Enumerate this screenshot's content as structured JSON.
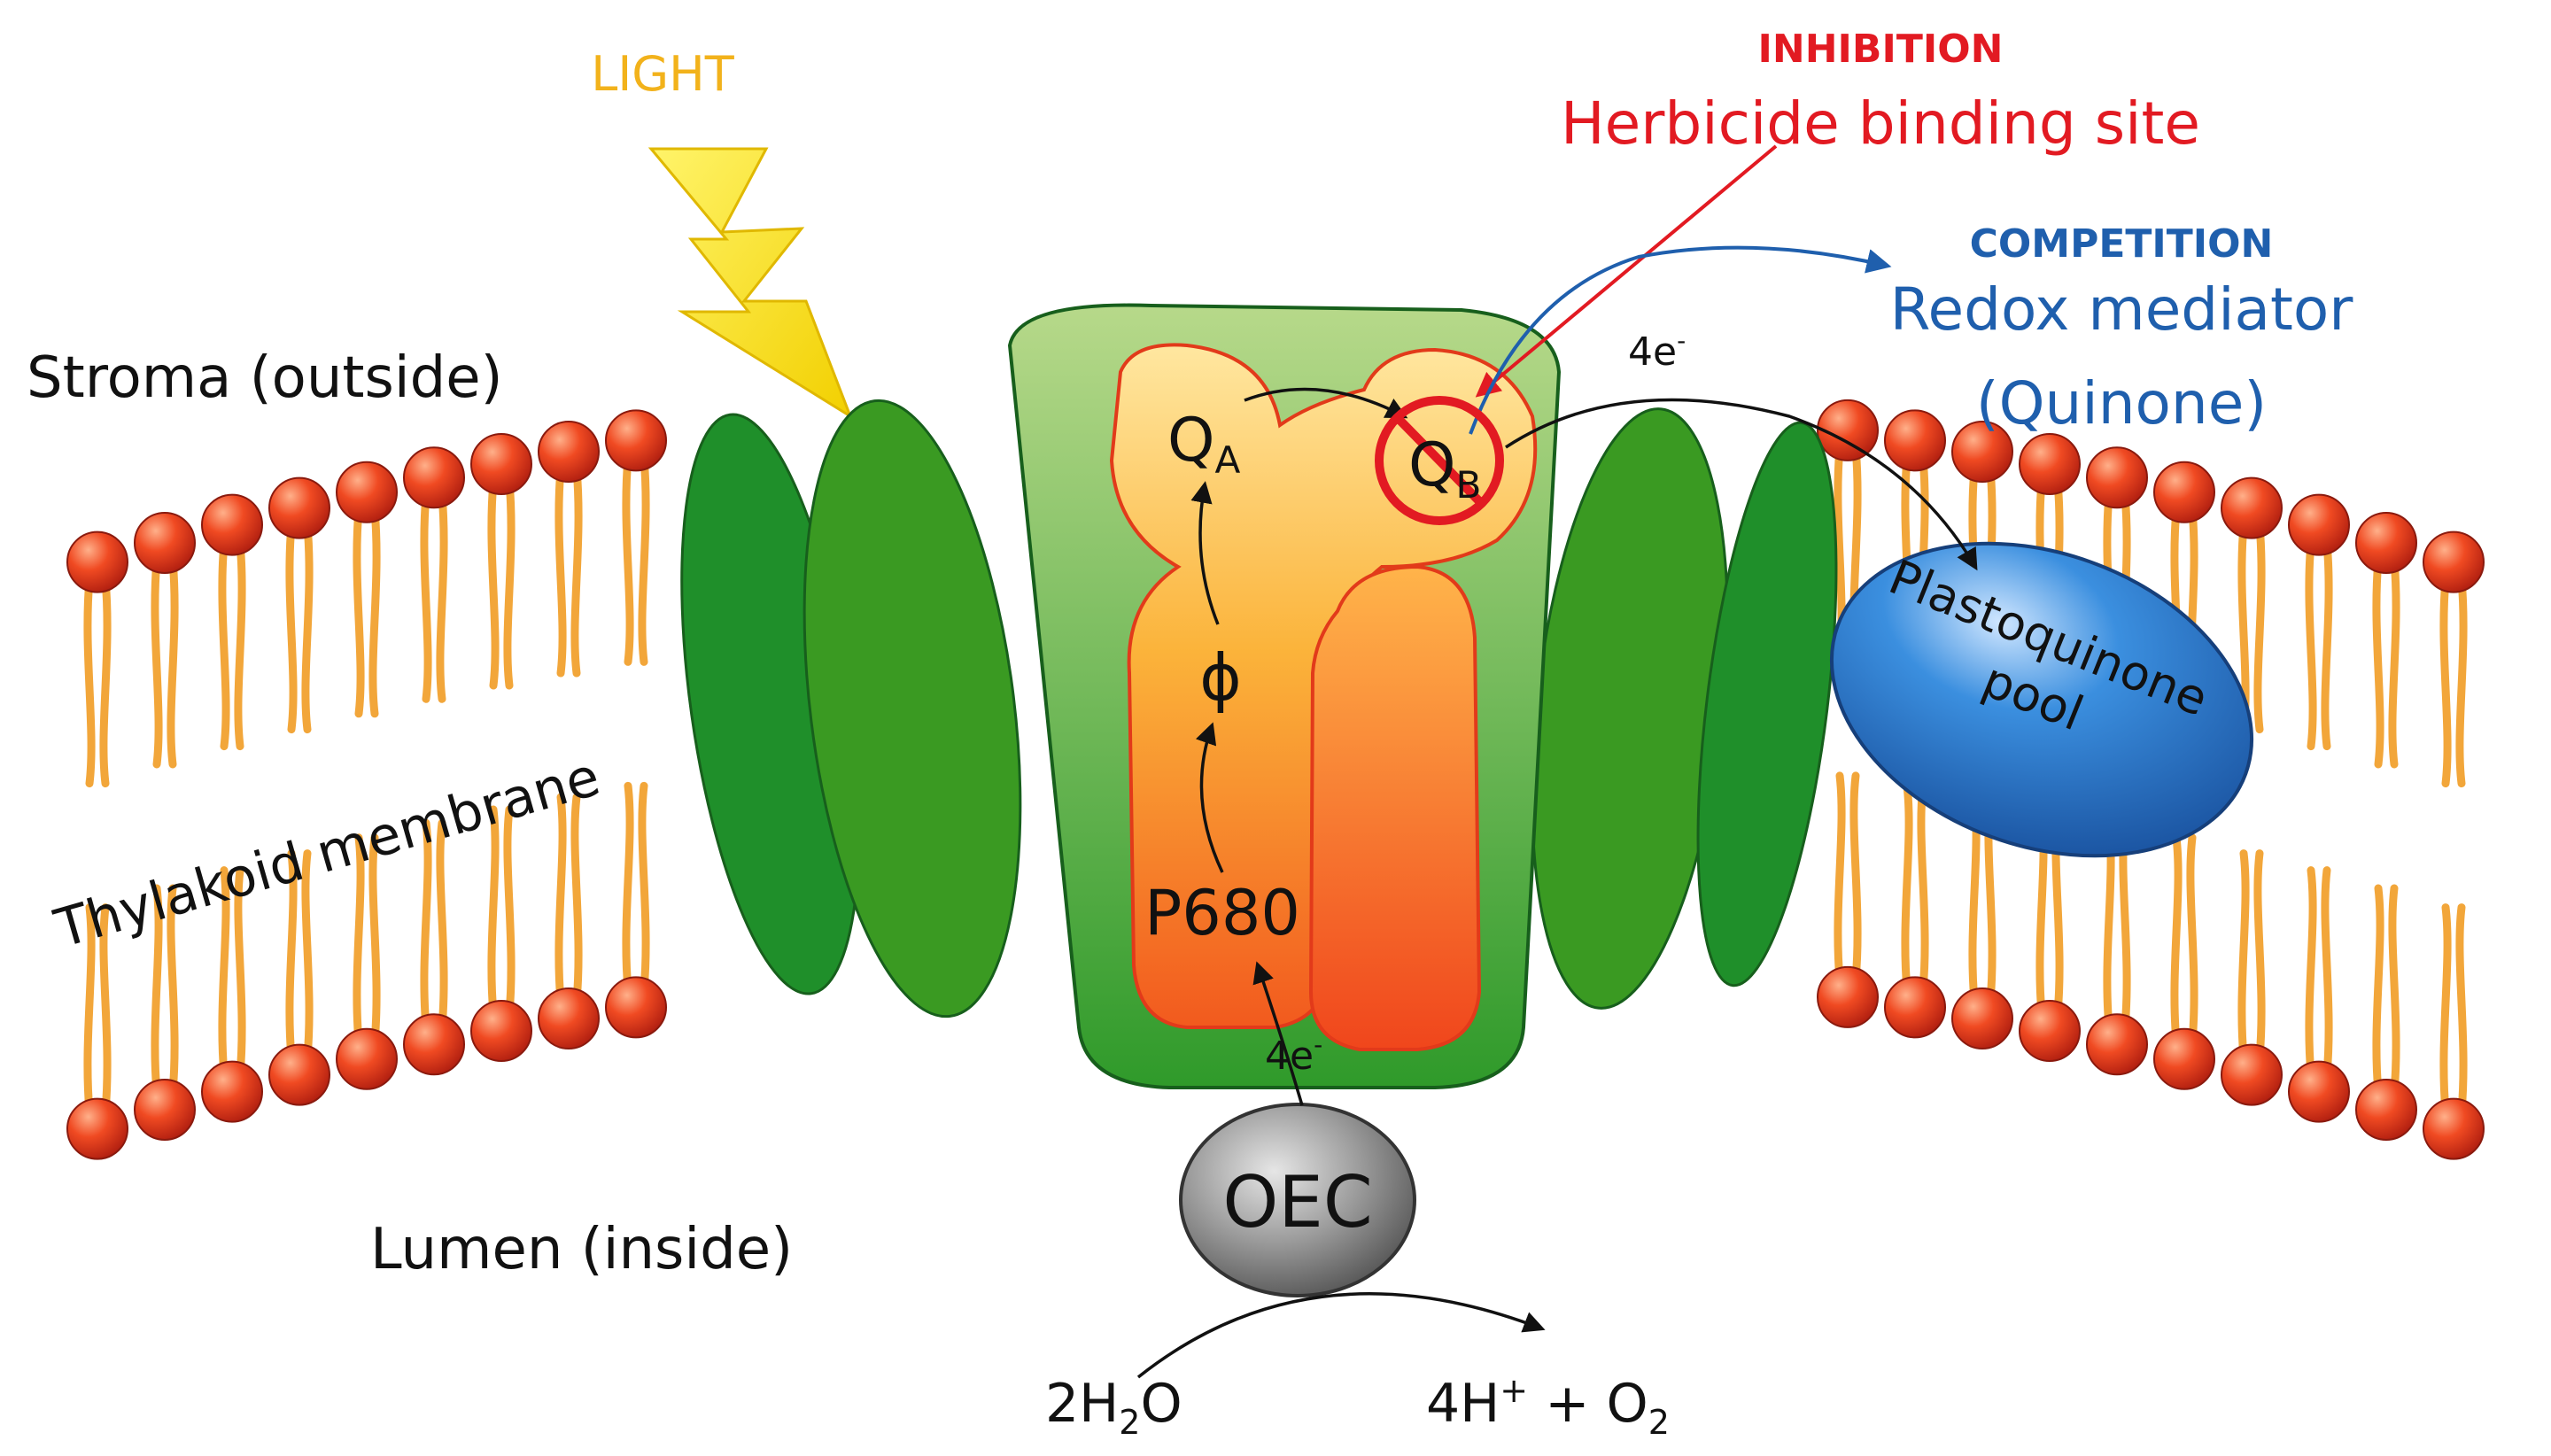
{
  "labels": {
    "light": "LIGHT",
    "inhibition": "INHIBITION",
    "herbicide_site": "Herbicide binding site",
    "competition": "COMPETITION",
    "redox_mediator": "Redox mediator",
    "quinone": "(Quinone)",
    "stroma": "Stroma (outside)",
    "thylakoid": "Thylakoid membrane",
    "lumen": "Lumen (inside)",
    "qa_main": "Q",
    "qa_sub": "A",
    "qb_main": "Q",
    "qb_sub": "B",
    "phi": "ϕ",
    "p680": "P680",
    "oec": "OEC",
    "electrons_top": "4e",
    "electrons_top_sup": "-",
    "electrons_bottom": "4e",
    "electrons_bottom_sup": "-",
    "pq_line1": "Plastoquinone",
    "pq_line2": "pool",
    "water_coef": "2H",
    "water_sub": "2",
    "water_o": "O",
    "products_a": "4H",
    "products_sup": "+",
    "products_b": " + O",
    "products_sub": "2"
  },
  "colors": {
    "light": "#f2b21b",
    "inhibition": "#e21a22",
    "competition": "#1f5fad",
    "protein_dark": "#1f8f2a",
    "protein_mid": "#2f9a2a",
    "head": "#e8401e",
    "tail": "#f3b24a",
    "pq_pool": "#2a7fd4",
    "oec": "#8c8c8c"
  }
}
